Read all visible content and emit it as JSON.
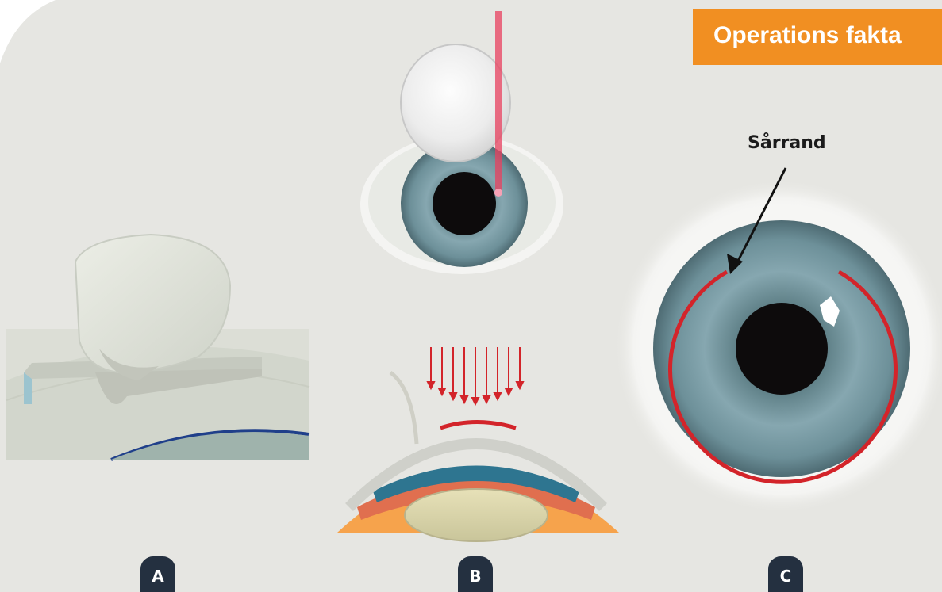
{
  "header": {
    "tag_text": "Operations fakta"
  },
  "panel_c": {
    "annotation": "Sårrand"
  },
  "panels": [
    {
      "badge": "A"
    },
    {
      "badge": "B"
    },
    {
      "badge": "C"
    }
  ],
  "colors": {
    "tag": "#f18f22",
    "badge": "#243040",
    "laser": "#e8405f",
    "wound_edge": "#d3242a",
    "background": "#e6e6e2"
  }
}
